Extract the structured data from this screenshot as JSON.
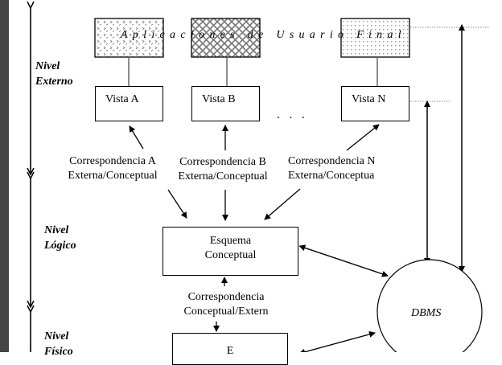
{
  "levels": {
    "external": [
      "Nivel",
      "Externo"
    ],
    "logical": [
      "Nivel",
      "Lógico"
    ],
    "physical": [
      "Nivel",
      "Físico"
    ]
  },
  "applications_title": "Aplicaciones de Usuario Final",
  "application_patterns": [
    "chevron-dots",
    "crosshatch",
    "dots"
  ],
  "views": [
    "Vista A",
    "Vista B",
    "Vista N"
  ],
  "ellipsis": ". . .",
  "mappings_external_conceptual": [
    [
      "Correspondencia A",
      "Externa/Conceptual"
    ],
    [
      "Correspondencia B",
      "Externa/Conceptual"
    ],
    [
      "Correspondencia N",
      "Externa/Conceptua"
    ]
  ],
  "conceptual_schema": [
    "Esquema",
    "Conceptual"
  ],
  "mapping_conceptual_internal": [
    "Correspondencia",
    "Conceptual/Extern"
  ],
  "internal_schema_partial": "E",
  "dbms_label": "DBMS",
  "colors": {
    "sidebar": "#444444",
    "line": "#000000",
    "connector": "#666666",
    "dotted": "#888888"
  }
}
